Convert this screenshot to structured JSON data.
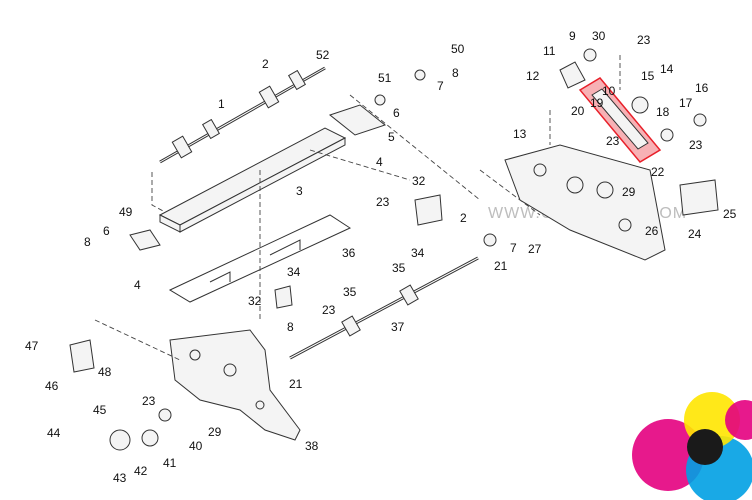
{
  "watermark": "WWW.COPYWEAK.COM",
  "highlight_color": "#e8202a",
  "callouts": [
    "1",
    "2",
    "3",
    "4",
    "5",
    "6",
    "7",
    "8",
    "9",
    "10",
    "11",
    "12",
    "13",
    "14",
    "15",
    "16",
    "17",
    "18",
    "19",
    "20",
    "21",
    "22",
    "23",
    "24",
    "25",
    "26",
    "27",
    "29",
    "30",
    "32",
    "34",
    "35",
    "36",
    "37",
    "38",
    "40",
    "41",
    "42",
    "43",
    "44",
    "45",
    "46",
    "47",
    "48",
    "49",
    "50",
    "51",
    "52"
  ],
  "logo_colors": [
    "#00a0e3",
    "#e4007f",
    "#ffe600",
    "#1a1a1a"
  ]
}
